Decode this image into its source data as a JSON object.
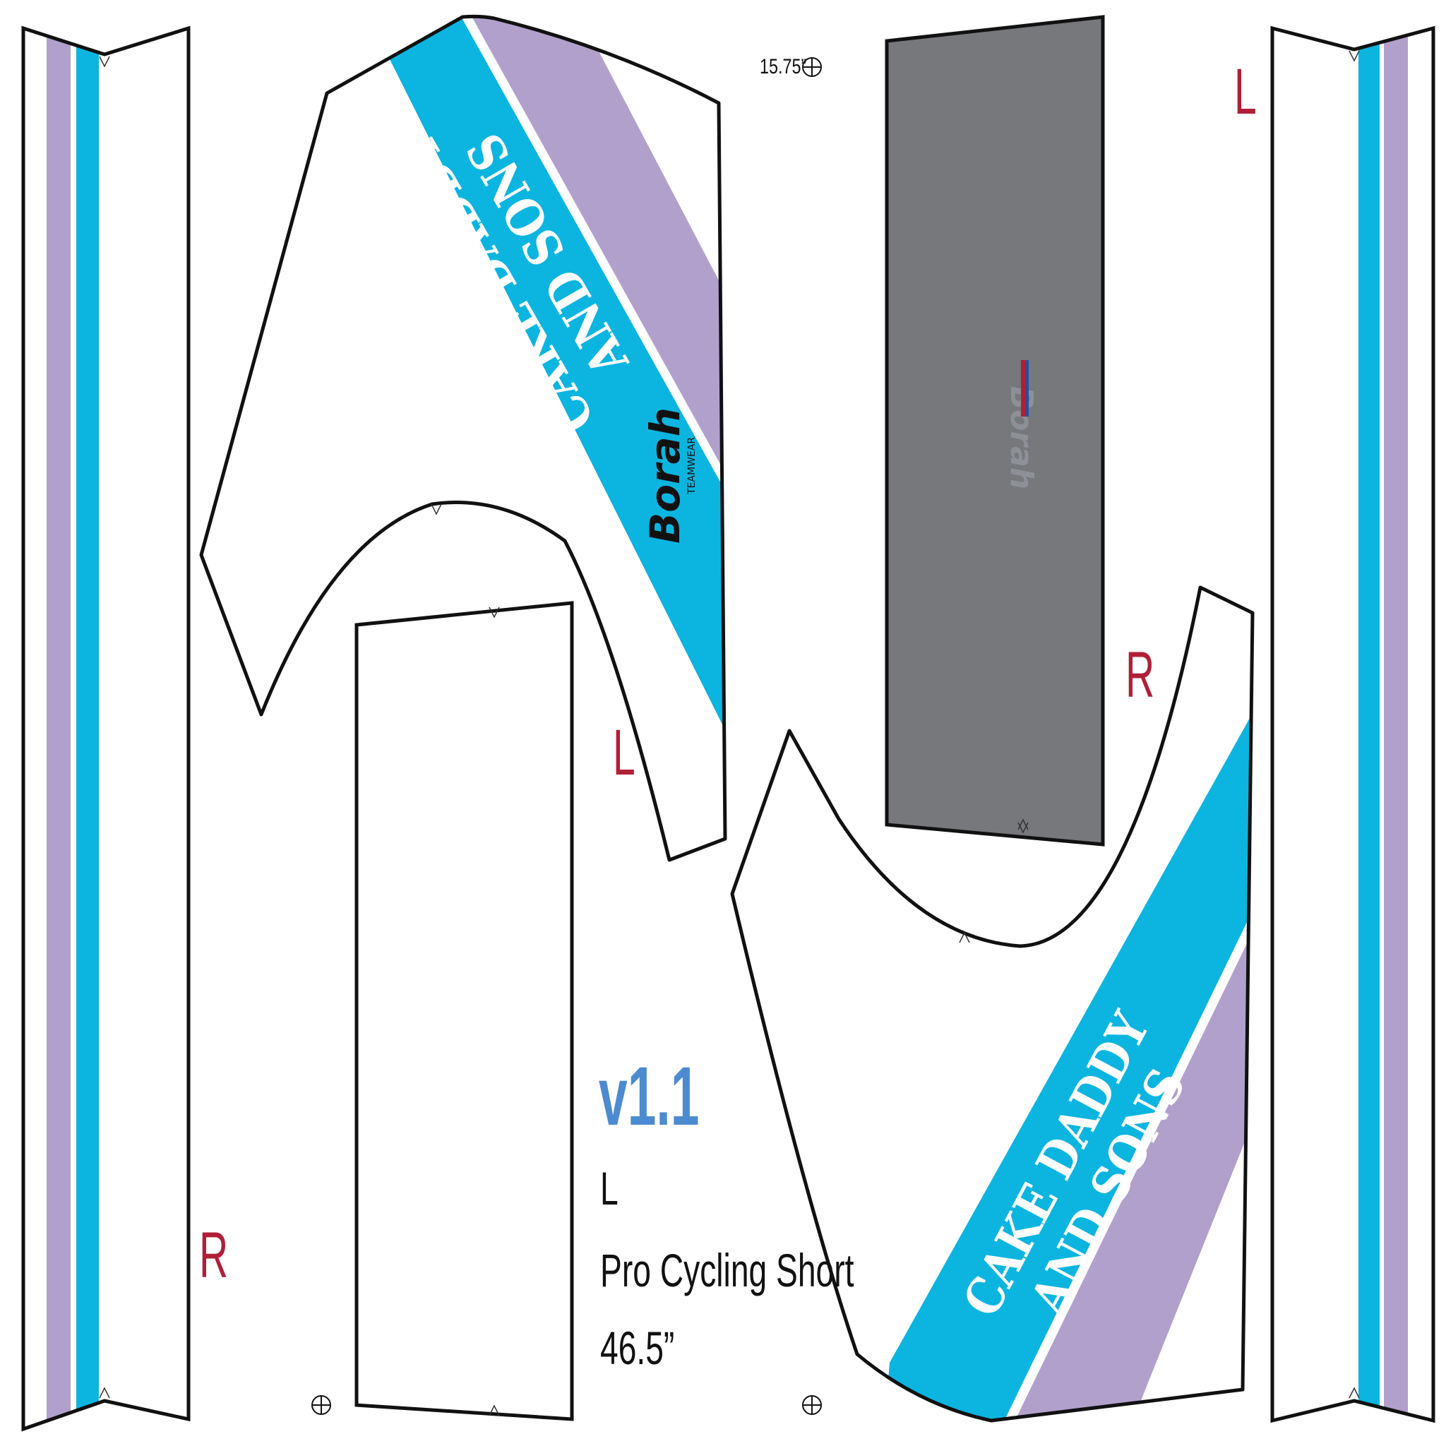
{
  "sheet": {
    "version": "v1.1",
    "size": "L",
    "product": "Pro Cycling Short",
    "length": "46.5”",
    "panel_width": "15.75”"
  },
  "panels": {
    "left_side_panel": {
      "side_marker": "R"
    },
    "left_leg_panel": {
      "side_marker": "L",
      "team_line_1": "CAKE DADDY",
      "team_line_2": "AND SONS",
      "brand": "Borah",
      "brand_sub": "TEAMWEAR"
    },
    "chamois_panel": {},
    "back_panel": {
      "brand": "Borah"
    },
    "right_leg_panel": {
      "side_marker": "R",
      "team_line_1": "CAKE DADDY",
      "team_line_2": "AND SONS"
    },
    "right_side_panel": {
      "side_marker": "L"
    }
  },
  "colors": {
    "cyan_stripe": "#0bb5e0",
    "lavender_stripe": "#b2a0cc",
    "back_panel_gray": "#76787c",
    "side_marker_red": "#b01f36",
    "version_blue": "#4c8bcf",
    "outline": "#111111"
  },
  "icons": [
    "registration-crosshair-icon",
    "notch-marker-icon"
  ]
}
